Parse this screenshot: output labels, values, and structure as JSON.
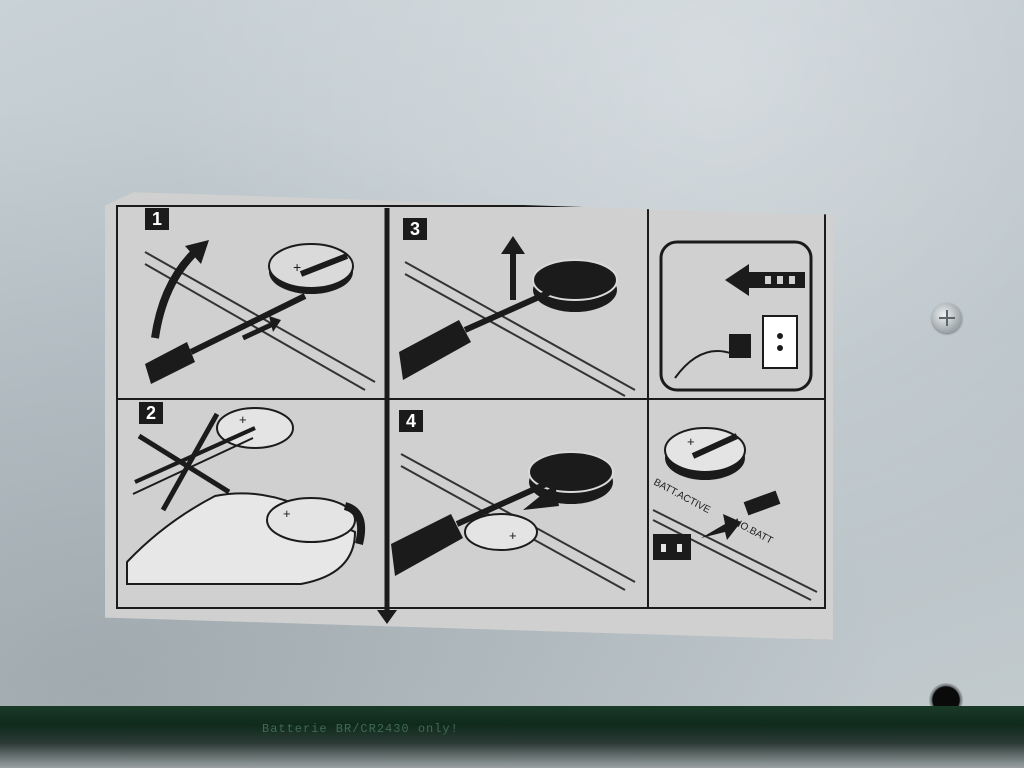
{
  "sticker": {
    "steps": [
      {
        "number": "1"
      },
      {
        "number": "2"
      },
      {
        "number": "3"
      },
      {
        "number": "4"
      }
    ],
    "coin_mark": "+",
    "jumper_label_active": "BATT.ACTIVE",
    "jumper_label_no_batt": "NO.BATT"
  },
  "pcb": {
    "silkscreen_text": "Batterie BR/CR2430 only!"
  },
  "colors": {
    "sticker_bg": "#cfd0cf",
    "ink": "#1b1b1b",
    "metal": "#bcc6cc",
    "pcb_green": "#143221"
  }
}
